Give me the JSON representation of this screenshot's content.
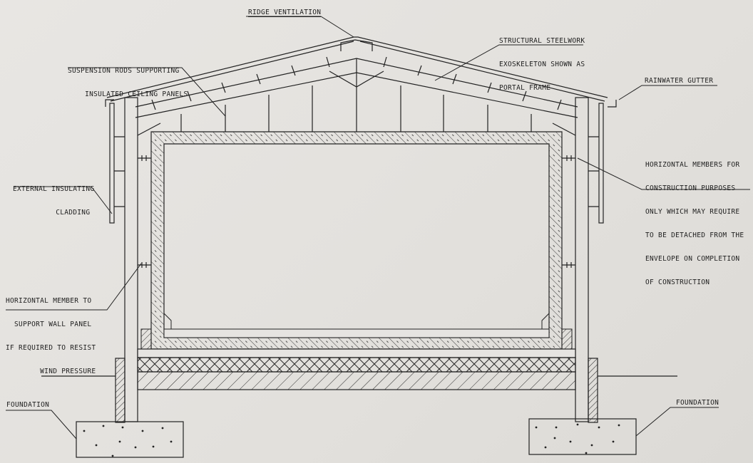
{
  "diagram": {
    "type": "building-section",
    "title": "Portal frame building section with insulated envelope",
    "colors": {
      "paper": "#e4e2df",
      "ink": "#1e1e1e"
    },
    "labels": {
      "ridge_ventilation": "RIDGE VENTILATION",
      "structural_steelwork": [
        "STRUCTURAL STEELWORK",
        "EXOSKELETON SHOWN AS",
        "PORTAL FRAME"
      ],
      "suspension_rods": [
        "SUSPENSION RODS SUPPORTING",
        "    INSULATED CEILING PANELS"
      ],
      "rainwater_gutter": "RAINWATER GUTTER",
      "horizontal_members": [
        "HORIZONTAL MEMBERS FOR",
        "CONSTRUCTION PURPOSES",
        "ONLY WHICH MAY REQUIRE",
        "TO BE DETACHED FROM THE",
        "ENVELOPE ON COMPLETION",
        "OF CONSTRUCTION"
      ],
      "external_cladding": [
        "EXTERNAL INSULATING",
        "          CLADDING"
      ],
      "horizontal_member_wall": [
        "HORIZONTAL MEMBER TO",
        "  SUPPORT WALL PANEL",
        "IF REQUIRED TO RESIST",
        "        WIND PRESSURE"
      ],
      "foundation_left": "FOUNDATION",
      "foundation_right": "FOUNDATION"
    }
  }
}
